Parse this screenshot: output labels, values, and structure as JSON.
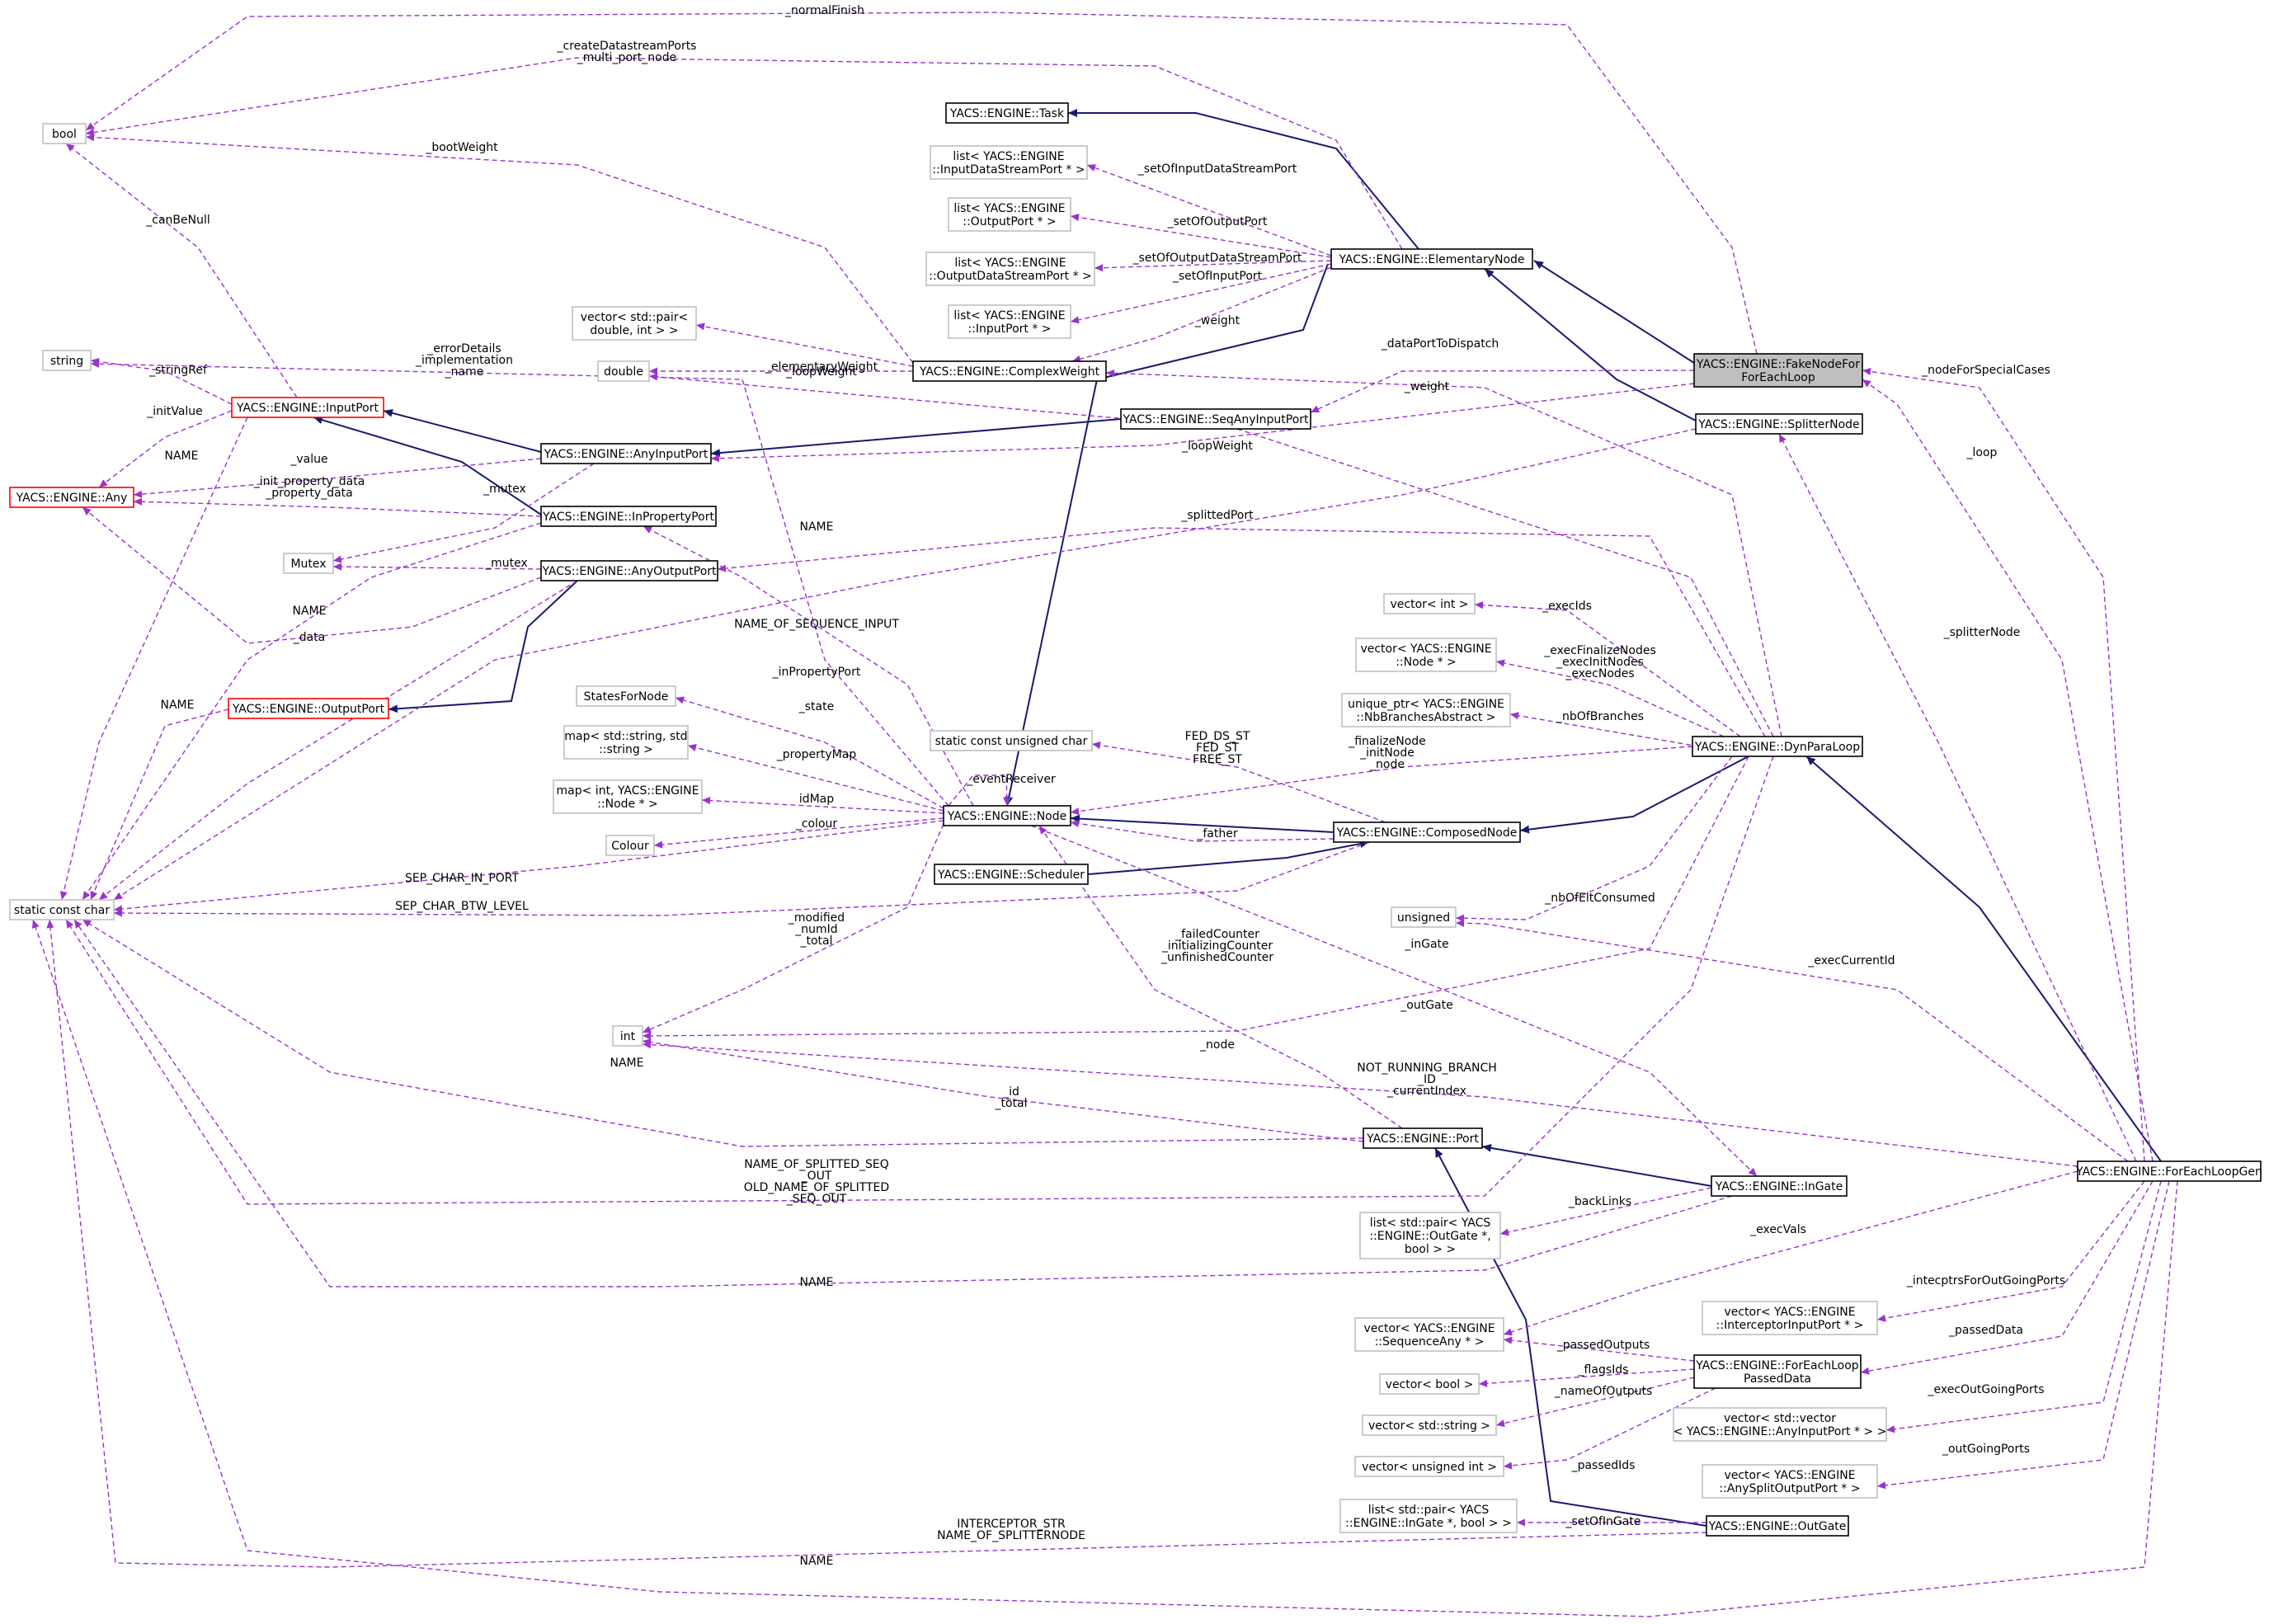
{
  "colors": {
    "inheritance_edge": "#191970",
    "usage_edge": "#9a32cd",
    "selected_node_fill": "#bfbfbf",
    "external_type_border": "#bfbfbf",
    "undocumented_class_border": "#ff0000"
  },
  "nodes": {
    "bool": [
      "bool"
    ],
    "string": [
      "string"
    ],
    "any": [
      "YACS::ENGINE::Any"
    ],
    "mutex": [
      "Mutex"
    ],
    "static_const_char": [
      "static const char"
    ],
    "input_port": [
      "YACS::ENGINE::InputPort"
    ],
    "any_input_port": [
      "YACS::ENGINE::AnyInputPort"
    ],
    "in_property_port": [
      "YACS::ENGINE::InPropertyPort"
    ],
    "any_output_port": [
      "YACS::ENGINE::AnyOutputPort"
    ],
    "output_port": [
      "YACS::ENGINE::OutputPort"
    ],
    "task": [
      "YACS::ENGINE::Task"
    ],
    "list_input_ds_port": [
      "list< YACS::ENGINE",
      "::InputDataStreamPort * >"
    ],
    "list_output_port": [
      "list< YACS::ENGINE",
      "::OutputPort * >"
    ],
    "list_output_ds_port": [
      "list< YACS::ENGINE",
      "::OutputDataStreamPort * >"
    ],
    "list_input_port": [
      "list< YACS::ENGINE",
      "::InputPort * >"
    ],
    "vector_pair_double_int": [
      "vector< std::pair<",
      "double, int > >"
    ],
    "double": [
      "double"
    ],
    "complex_weight": [
      "YACS::ENGINE::ComplexWeight"
    ],
    "elementary_node": [
      "YACS::ENGINE::ElementaryNode"
    ],
    "fake_node": [
      "YACS::ENGINE::FakeNodeFor",
      "ForEachLoop"
    ],
    "seq_any_input_port": [
      "YACS::ENGINE::SeqAnyInputPort"
    ],
    "splitter_node": [
      "YACS::ENGINE::SplitterNode"
    ],
    "states_for_node": [
      "StatesForNode"
    ],
    "map_string_string": [
      "map< std::string, std",
      "::string >"
    ],
    "map_int_node": [
      "map< int, YACS::ENGINE",
      "::Node * >"
    ],
    "colour": [
      "Colour"
    ],
    "static_const_unsigned_char": [
      "static const unsigned char"
    ],
    "node": [
      "YACS::ENGINE::Node"
    ],
    "scheduler": [
      "YACS::ENGINE::Scheduler"
    ],
    "composed_node": [
      "YACS::ENGINE::ComposedNode"
    ],
    "vector_int": [
      "vector< int >"
    ],
    "vector_node_ptr": [
      "vector< YACS::ENGINE",
      "::Node * >"
    ],
    "unique_ptr_nb_branches": [
      "unique_ptr< YACS::ENGINE",
      "::NbBranchesAbstract >"
    ],
    "dyn_para_loop": [
      "YACS::ENGINE::DynParaLoop"
    ],
    "unsigned": [
      "unsigned"
    ],
    "int": [
      "int"
    ],
    "port": [
      "YACS::ENGINE::Port"
    ],
    "in_gate": [
      "YACS::ENGINE::InGate"
    ],
    "list_pair_outgate_bool": [
      "list< std::pair< YACS",
      "::ENGINE::OutGate *,",
      "bool > >"
    ],
    "vector_sequence_any": [
      "vector< YACS::ENGINE",
      "::SequenceAny * >"
    ],
    "vector_bool": [
      "vector< bool >"
    ],
    "vector_string": [
      "vector< std::string >"
    ],
    "vector_unsigned_int": [
      "vector< unsigned int >"
    ],
    "list_pair_ingate_bool": [
      "list< std::pair< YACS",
      "::ENGINE::InGate *, bool > >"
    ],
    "for_each_loop_passed_data": [
      "YACS::ENGINE::ForEachLoop",
      "PassedData"
    ],
    "out_gate": [
      "YACS::ENGINE::OutGate"
    ],
    "vector_interceptor_input_port": [
      "vector< YACS::ENGINE",
      "::InterceptorInputPort * >"
    ],
    "vector_vector_any_input_port": [
      "vector< std::vector",
      "< YACS::ENGINE::AnyInputPort * > >"
    ],
    "vector_any_split_output_port": [
      "vector< YACS::ENGINE",
      "::AnySplitOutputPort * >"
    ],
    "for_each_loop_gen": [
      "YACS::ENGINE::ForEachLoopGen"
    ]
  },
  "labels": {
    "normal_finish": [
      "_normalFinish"
    ],
    "create_datastream_ports": [
      "_createDatastreamPorts",
      "_multi_port_node"
    ],
    "boot_weight": [
      "_bootWeight"
    ],
    "can_be_null": [
      "_canBeNull"
    ],
    "string_ref": [
      "_stringRef"
    ],
    "error_details": [
      "_errorDetails",
      "_implementation",
      "_name"
    ],
    "init_value": [
      "_initValue"
    ],
    "name_1": [
      "NAME"
    ],
    "value": [
      "_value"
    ],
    "init_property_data": [
      "_init_property_data",
      "_property_data"
    ],
    "mutex_1": [
      "_mutex"
    ],
    "mutex_2": [
      "_mutex"
    ],
    "name_2": [
      "NAME"
    ],
    "data": [
      "_data"
    ],
    "name_of_sequence_input": [
      "NAME_OF_SEQUENCE_INPUT"
    ],
    "name_3": [
      "NAME"
    ],
    "name_4": [
      "NAME"
    ],
    "set_of_input_data_stream_port": [
      "_setOfInputDataStreamPort"
    ],
    "set_of_output_port": [
      "_setOfOutputPort"
    ],
    "set_of_output_data_stream_port": [
      "_setOfOutputDataStreamPort"
    ],
    "set_of_input_port": [
      "_setOfInputPort"
    ],
    "weight_1": [
      "_weight"
    ],
    "loop_weight": [
      "_loopWeight"
    ],
    "elementary_weight": [
      "_elementaryWeight"
    ],
    "data_port_to_dispatch": [
      "_dataPortToDispatch"
    ],
    "weight_2": [
      "_weight"
    ],
    "loop_weight_2": [
      "_loopWeight"
    ],
    "splitted_port": [
      "_splittedPort"
    ],
    "in_property_port": [
      "_inPropertyPort"
    ],
    "state": [
      "_state"
    ],
    "property_map": [
      "_propertyMap"
    ],
    "id_map": [
      "idMap"
    ],
    "colour": [
      "_colour"
    ],
    "event_receiver": [
      "_eventReceiver"
    ],
    "fed_ds_st": [
      "FED_DS_ST",
      "FED_ST",
      "FREE_ST"
    ],
    "finalize_node": [
      "_finalizeNode",
      "_initNode",
      "_node"
    ],
    "father": [
      "_father"
    ],
    "sep_char_in_port": [
      "SEP_CHAR_IN_PORT"
    ],
    "sep_char_btw_level": [
      "SEP_CHAR_BTW_LEVEL"
    ],
    "modified": [
      "_modified",
      "_numId",
      "_total"
    ],
    "failed_counter": [
      "_failedCounter",
      "_initializingCounter",
      "_unfinishedCounter"
    ],
    "exec_ids": [
      "_execIds"
    ],
    "exec_finalize_nodes": [
      "_execFinalizeNodes",
      "_execInitNodes",
      "_execNodes"
    ],
    "nb_of_branches": [
      "_nbOfBranches"
    ],
    "nb_of_elt_consumed": [
      "_nbOfEltConsumed"
    ],
    "in_gate": [
      "_inGate"
    ],
    "out_gate": [
      "_outGate"
    ],
    "node_label": [
      "_node"
    ],
    "name_5": [
      "NAME"
    ],
    "id_total": [
      "_id",
      "_total"
    ],
    "not_running_branch": [
      "NOT_RUNNING_BRANCH",
      "_ID",
      "_currentIndex"
    ],
    "name_of_splitted_seq": [
      "NAME_OF_SPLITTED_SEQ",
      "_OUT",
      "OLD_NAME_OF_SPLITTED",
      "_SEQ_OUT"
    ],
    "back_links": [
      "_backLinks"
    ],
    "name_6": [
      "NAME"
    ],
    "exec_vals": [
      "_execVals"
    ],
    "passed_outputs": [
      "_passedOutputs"
    ],
    "flags_ids": [
      "_flagsIds"
    ],
    "name_of_outputs": [
      "_nameOfOutputs"
    ],
    "passed_ids": [
      "_passedIds"
    ],
    "set_of_in_gate": [
      "_setOfInGate"
    ],
    "interceptor_str": [
      "INTERCEPTOR_STR",
      "NAME_OF_SPLITTERNODE"
    ],
    "name_7": [
      "NAME"
    ],
    "node_for_special_cases": [
      "_nodeForSpecialCases"
    ],
    "loop": [
      "_loop"
    ],
    "splitter_node": [
      "_splitterNode"
    ],
    "exec_current_id": [
      "_execCurrentId"
    ],
    "intecptrs_for_out_going_ports": [
      "_intecptrsForOutGoingPorts"
    ],
    "passed_data": [
      "_passedData"
    ],
    "exec_out_going_ports": [
      "_execOutGoingPorts"
    ],
    "out_going_ports": [
      "_outGoingPorts"
    ]
  }
}
